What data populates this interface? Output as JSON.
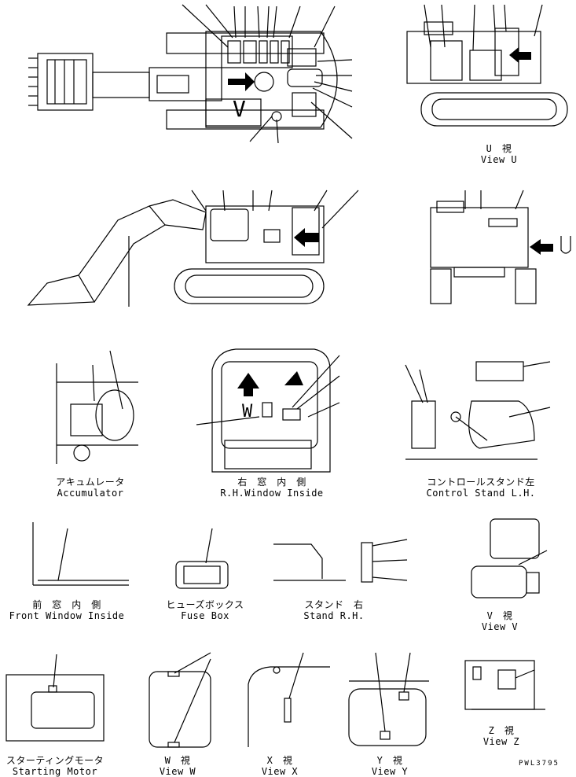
{
  "drawing_ref": "PWL3795",
  "view_letters": {
    "v": "V",
    "w": "W",
    "u": "U"
  },
  "captions": [
    {
      "id": "view-u",
      "jp": "U　視",
      "en": "View U"
    },
    {
      "id": "accumulator",
      "jp": "アキュムレータ",
      "en": "Accumulator"
    },
    {
      "id": "rh-window",
      "jp": "右　窓　内　側",
      "en": "R.H.Window Inside"
    },
    {
      "id": "control-stand",
      "jp": "コントロールスタンド左",
      "en": "Control Stand L.H."
    },
    {
      "id": "front-window",
      "jp": "前　窓　内　側",
      "en": "Front Window Inside"
    },
    {
      "id": "fuse-box",
      "jp": "ヒューズボックス",
      "en": "Fuse Box"
    },
    {
      "id": "stand-rh",
      "jp": "スタンド　右",
      "en": "Stand R.H."
    },
    {
      "id": "view-v",
      "jp": "V　視",
      "en": "View V"
    },
    {
      "id": "starting-motor",
      "jp": "スターティングモータ",
      "en": "Starting Motor"
    },
    {
      "id": "view-w",
      "jp": "W　視",
      "en": "View W"
    },
    {
      "id": "view-x",
      "jp": "X　視",
      "en": "View X"
    },
    {
      "id": "view-y",
      "jp": "Y　視",
      "en": "View Y"
    },
    {
      "id": "view-z",
      "jp": "Z　視",
      "en": "View Z"
    }
  ]
}
